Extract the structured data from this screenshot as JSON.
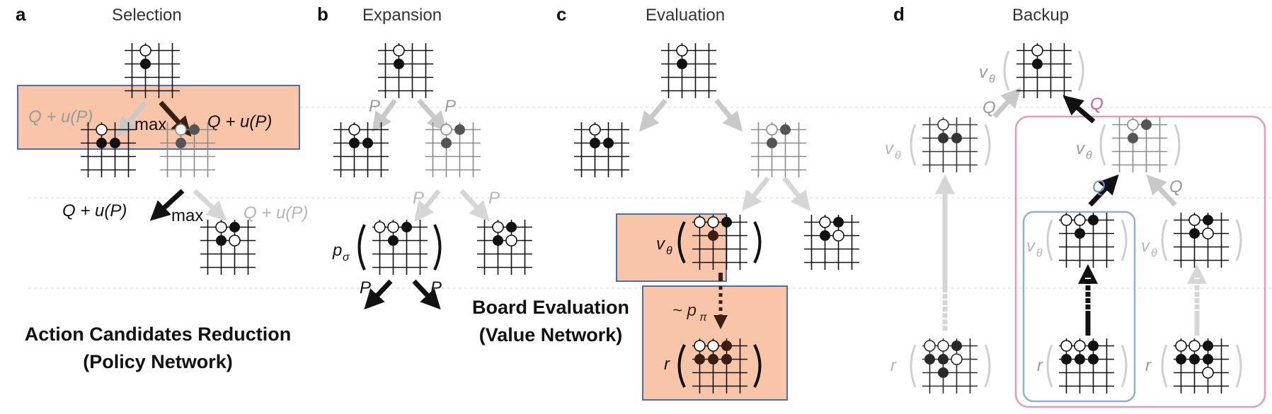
{
  "panels": [
    {
      "letter": "a",
      "title": "Selection"
    },
    {
      "letter": "b",
      "title": "Expansion"
    },
    {
      "letter": "c",
      "title": "Evaluation"
    },
    {
      "letter": "d",
      "title": "Backup"
    }
  ],
  "labels": {
    "q_u_p": "Q + u(P)",
    "max": "max",
    "p": "P",
    "q": "Q",
    "p_sigma": "p",
    "p_sigma_sub": "σ",
    "v_theta": "v",
    "v_theta_sub": "θ",
    "rollout": "~ p",
    "rollout_sub": "π",
    "r": "r"
  },
  "captions": {
    "selection_line1": "Action Candidates Reduction",
    "selection_line2": "(Policy Network)",
    "evaluation_line1": "Board Evaluation",
    "evaluation_line2": "(Value Network)"
  },
  "colors": {
    "highlight_fill": "#f9c5a9",
    "highlight_stroke": "#4a6fb0",
    "pink_frame": "#e79ab6",
    "blue_frame": "#8fb0d9",
    "grey_arrow": "#c9c9c9",
    "black_arrow": "#111111",
    "brown_arrow": "#3a1e12"
  }
}
